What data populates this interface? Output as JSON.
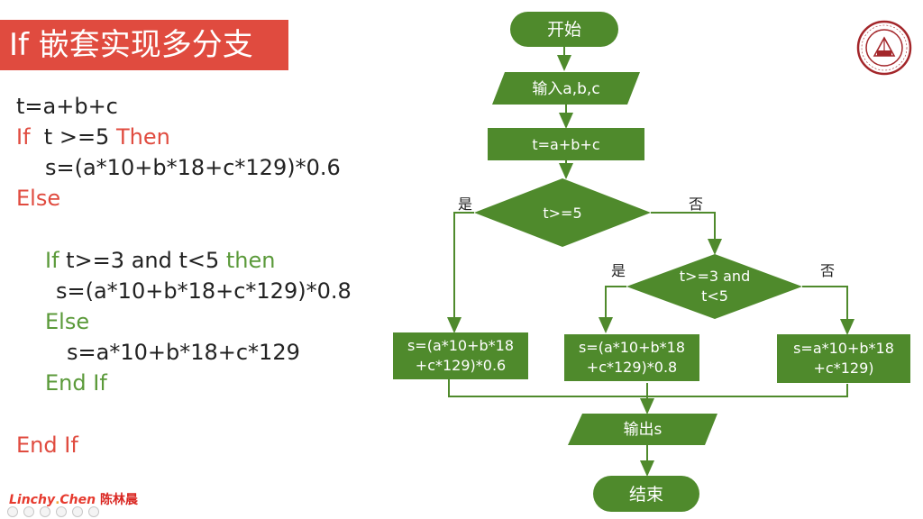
{
  "title": "If 嵌套实现多分支",
  "code": {
    "line1": "t=a+b+c",
    "line2_kw": "If",
    "line2_cond": "  t >=5 ",
    "line2_then": "Then",
    "line3": "s=(a*10+b*18+c*129)*0.6",
    "line4": "Else",
    "line5_kw": "If",
    "line5_cond": " t>=3 and t<5 ",
    "line5_then": "then",
    "line6": "s=(a*10+b*18+c*129)*0.8",
    "line7": "Else",
    "line8": "s=a*10+b*18+c*129",
    "line9": "End If",
    "line10": "End If"
  },
  "flowchart": {
    "start": "开始",
    "input": "输入a,b,c",
    "assign": "t=a+b+c",
    "cond1": "t>=5",
    "cond1_yes": "是",
    "cond1_no": "否",
    "cond2_line1": "t>=3 and",
    "cond2_line2": "t<5",
    "cond2_yes": "是",
    "cond2_no": "否",
    "box1_line1": "s=(a*10+b*18",
    "box1_line2": "+c*129)*0.6",
    "box2_line1": "s=(a*10+b*18",
    "box2_line2": "+c*129)*0.8",
    "box3_line1": "s=a*10+b*18",
    "box3_line2": "+c*129)",
    "output": "输出s",
    "end": "结束"
  },
  "author": {
    "en": "Linchy",
    "dot": ".",
    "en2": "Chen",
    "cn": "陈林晨"
  },
  "colors": {
    "accent_red": "#e04b3f",
    "flow_green": "#4f8a2c",
    "keyword_green": "#5b9a3a"
  }
}
